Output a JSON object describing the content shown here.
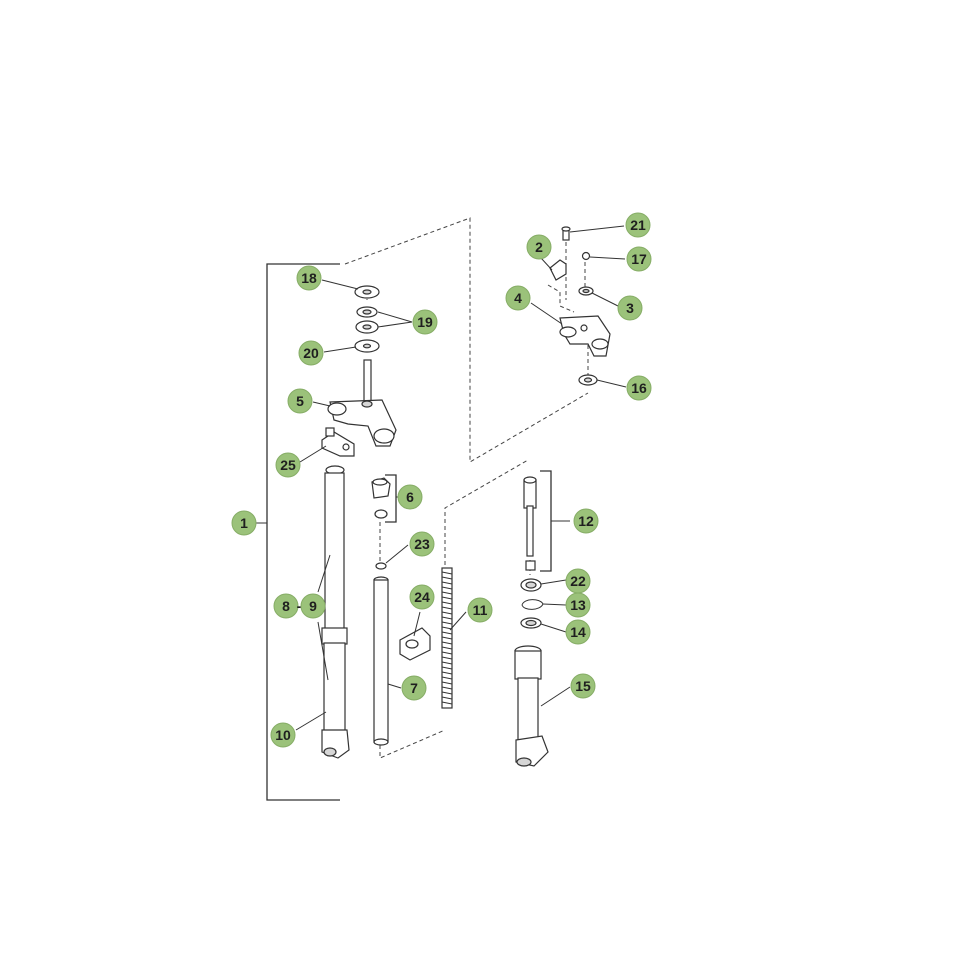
{
  "colors": {
    "callout_fill": "#9bc27a",
    "line": "#333333",
    "background": "#ffffff"
  },
  "callouts": {
    "c1": "1",
    "c2": "2",
    "c3": "3",
    "c4": "4",
    "c5": "5",
    "c6": "6",
    "c7": "7",
    "c8": "8",
    "c9": "9",
    "c10": "10",
    "c11": "11",
    "c12": "12",
    "c13": "13",
    "c14": "14",
    "c15": "15",
    "c16": "16",
    "c17": "17",
    "c18": "18",
    "c19": "19",
    "c20": "20",
    "c21": "21",
    "c22": "22",
    "c23": "23",
    "c24": "24",
    "c25": "25"
  },
  "separator": "-"
}
